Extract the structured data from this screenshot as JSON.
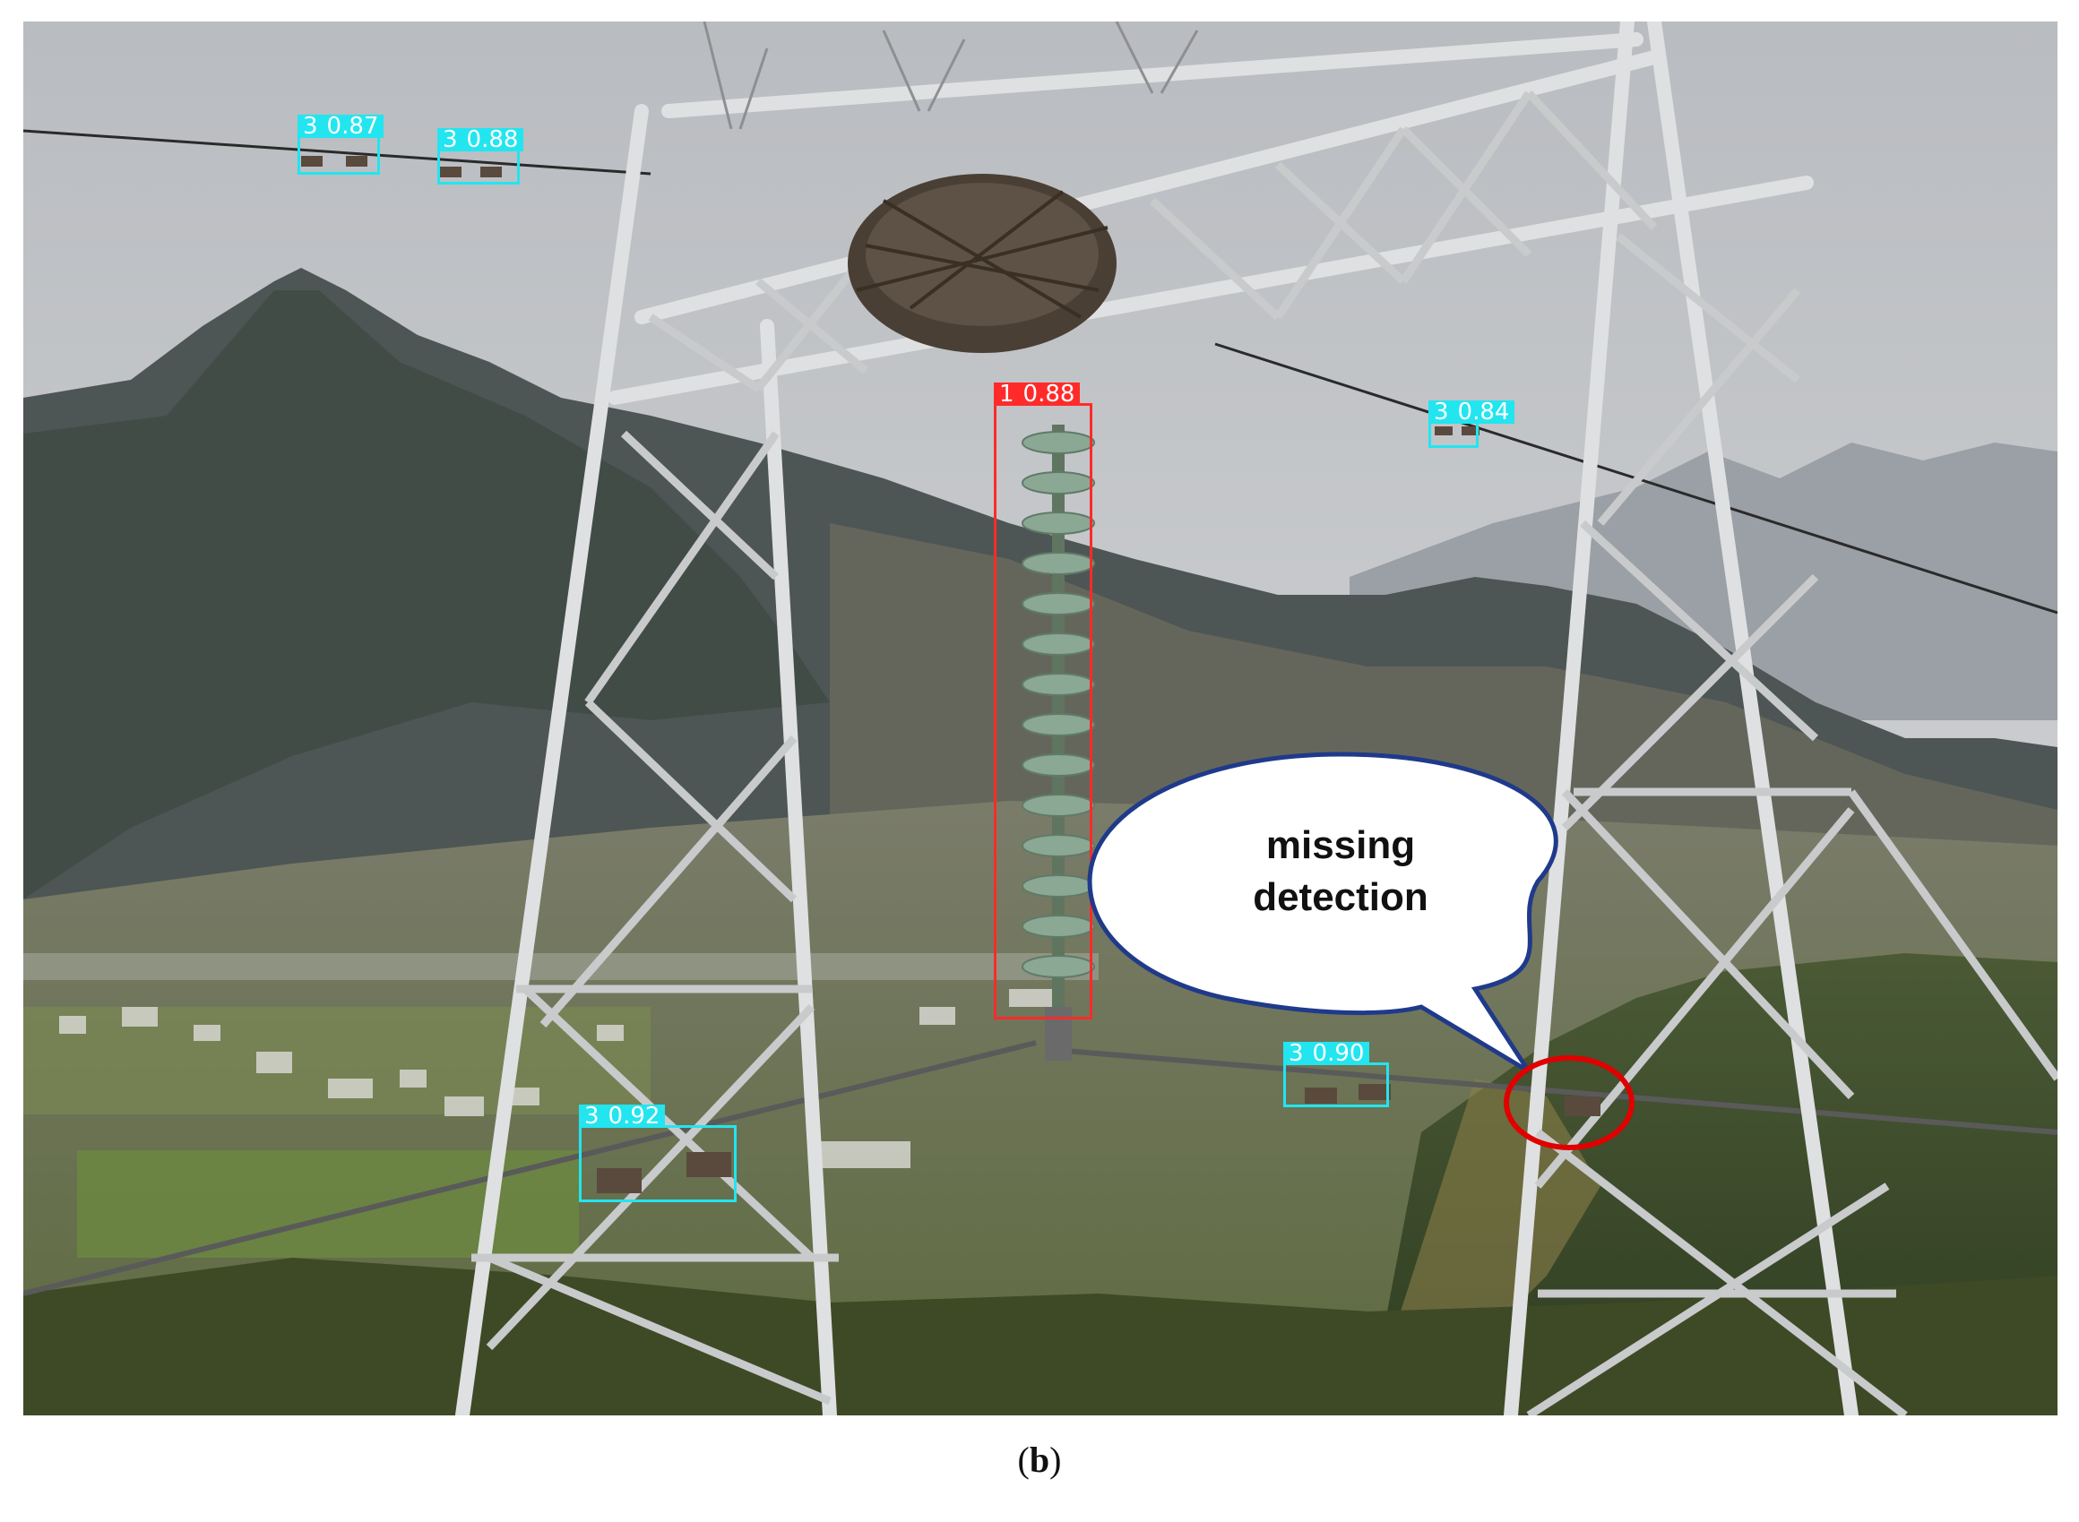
{
  "detections": [
    {
      "cls": "3",
      "conf": "0.87",
      "color": "#22e5f0"
    },
    {
      "cls": "3",
      "conf": "0.88",
      "color": "#22e5f0"
    },
    {
      "cls": "1",
      "conf": "0.88",
      "color": "#ff2b2b"
    },
    {
      "cls": "3",
      "conf": "0.84",
      "color": "#22e5f0"
    },
    {
      "cls": "3",
      "conf": "0.90",
      "color": "#22e5f0"
    },
    {
      "cls": "3",
      "conf": "0.92",
      "color": "#22e5f0"
    }
  ],
  "callout": {
    "line1": "missing",
    "line2": "detection",
    "border_color": "#1f3a8a",
    "circle_color": "#e00000"
  },
  "caption": {
    "open": "(",
    "label": "b",
    "close": ")"
  }
}
